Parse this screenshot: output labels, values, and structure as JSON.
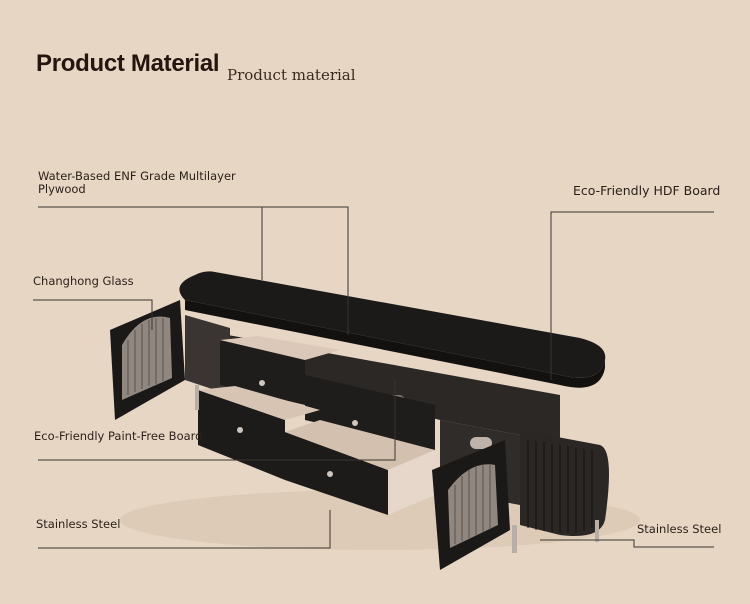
{
  "header": {
    "title": "Product Material",
    "subtitle": "Product material"
  },
  "labels": {
    "plywood": "Water-Based ENF Grade Multilayer Plywood",
    "glass": "Changhong Glass",
    "paint_free": "Eco-Friendly Paint-Free Board",
    "steel_left": "Stainless Steel",
    "hdf": "Eco-Friendly HDF Board",
    "steel_right": "Stainless Steel"
  },
  "colors": {
    "background": "#e7d6c4",
    "cabinet": "#1f1d1b",
    "leader_line": "#3a3430"
  }
}
